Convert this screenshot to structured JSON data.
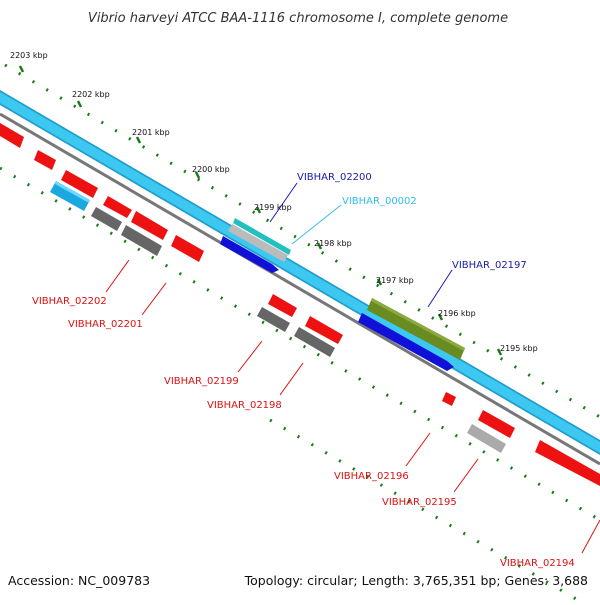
{
  "title": "Vibrio harveyi ATCC BAA-1116 chromosome I, complete genome",
  "footer": {
    "accession": "Accession: NC_009783",
    "topology": "Topology: circular; Length: 3,765,351 bp; Genes: 3,688"
  },
  "kbp_ticks": [
    "2203 kbp",
    "2202 kbp",
    "2201 kbp",
    "2200 kbp",
    "2199 kbp",
    "2198 kbp",
    "2197 kbp",
    "2196 kbp",
    "2195 kbp"
  ],
  "gene_labels": [
    {
      "id": "VIBHAR_02200",
      "text": "VIBHAR_02200",
      "color": "#1a1aa8"
    },
    {
      "id": "VIBHAR_00002",
      "text": "VIBHAR_00002",
      "color": "#33bbee"
    },
    {
      "id": "VIBHAR_02197",
      "text": "VIBHAR_02197",
      "color": "#1a1aa8"
    },
    {
      "id": "VIBHAR_02202",
      "text": "VIBHAR_02202",
      "color": "#dd1111"
    },
    {
      "id": "VIBHAR_02201",
      "text": "VIBHAR_02201",
      "color": "#dd1111"
    },
    {
      "id": "VIBHAR_02199",
      "text": "VIBHAR_02199",
      "color": "#dd1111"
    },
    {
      "id": "VIBHAR_02198",
      "text": "VIBHAR_02198",
      "color": "#dd1111"
    },
    {
      "id": "VIBHAR_02196",
      "text": "VIBHAR_02196",
      "color": "#dd1111"
    },
    {
      "id": "VIBHAR_02195",
      "text": "VIBHAR_02195",
      "color": "#dd1111"
    },
    {
      "id": "VIBHAR_02194",
      "text": "VIBHAR_02194",
      "color": "#dd1111"
    }
  ],
  "colors": {
    "backbone": "#3cc8f0",
    "backbone_edge": "#1f9fcc",
    "inner_ring": "#777777",
    "tick": "#1a7a1a",
    "cds_forward": "#1a1ae0",
    "cds_reverse": "#ee1111",
    "cds_gray": "#666666",
    "rrna": "#6a8a22",
    "trna": "#22c0c0"
  }
}
